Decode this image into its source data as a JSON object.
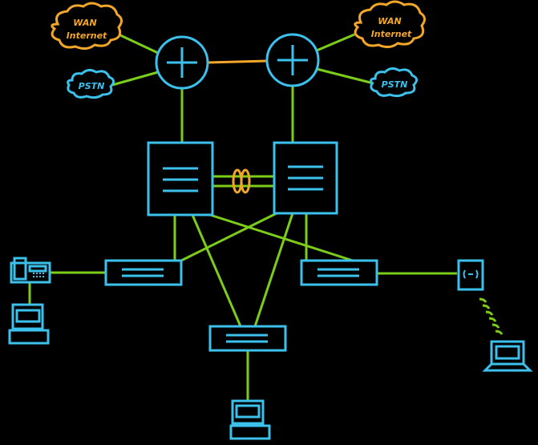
{
  "clouds": {
    "wan_left": {
      "line1": "WAN",
      "line2": "Internet"
    },
    "pstn_left": "PSTN",
    "wan_right": {
      "line1": "WAN",
      "line2": "Internet"
    },
    "pstn_right": "PSTN"
  },
  "colors": {
    "device": "#3cc0ec",
    "link": "#7ccc1a",
    "wan": "#f2a62a"
  }
}
